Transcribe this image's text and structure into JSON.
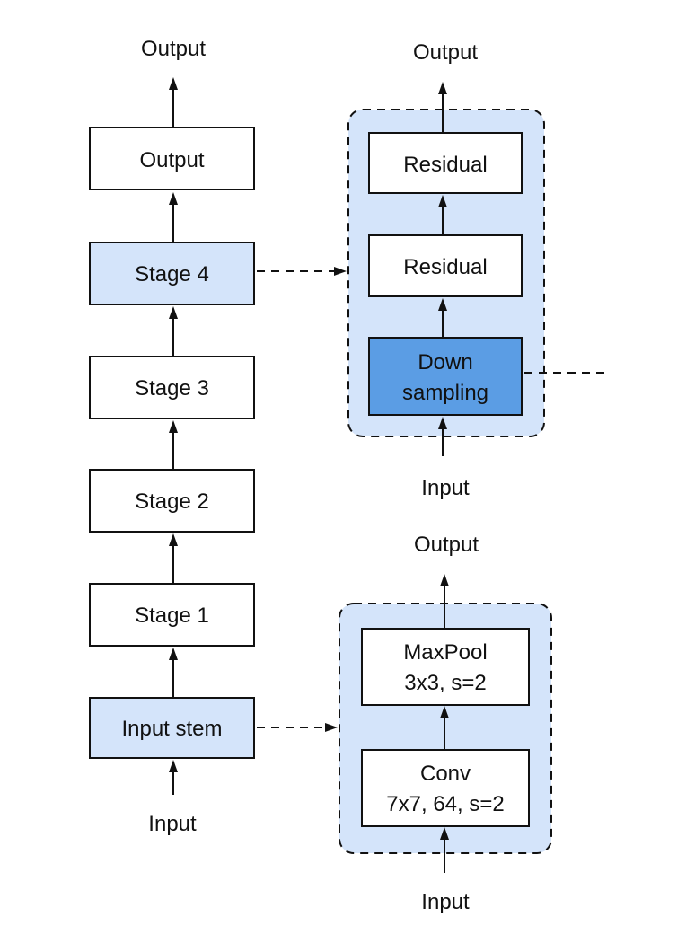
{
  "colors": {
    "stroke": "#111111",
    "box_white": "#ffffff",
    "box_light_blue": "#d4e4fa",
    "box_dark_blue": "#5b9de4",
    "group_fill": "#d4e4fa"
  },
  "main_column": {
    "top_label": "Output",
    "bottom_label": "Input",
    "blocks": [
      {
        "label": "Output"
      },
      {
        "label": "Stage 4"
      },
      {
        "label": "Stage 3"
      },
      {
        "label": "Stage 2"
      },
      {
        "label": "Stage 1"
      },
      {
        "label": "Input stem"
      }
    ]
  },
  "stage_detail": {
    "top_label": "Output",
    "bottom_label": "Input",
    "blocks": [
      {
        "label": "Residual"
      },
      {
        "label": "Residual"
      },
      {
        "line1": "Down",
        "line2": "sampling"
      }
    ]
  },
  "stem_detail": {
    "top_label": "Output",
    "bottom_label": "Input",
    "blocks": [
      {
        "line1": "MaxPool",
        "line2": "3x3, s=2"
      },
      {
        "line1": "Conv",
        "line2": "7x7, 64, s=2"
      }
    ]
  }
}
